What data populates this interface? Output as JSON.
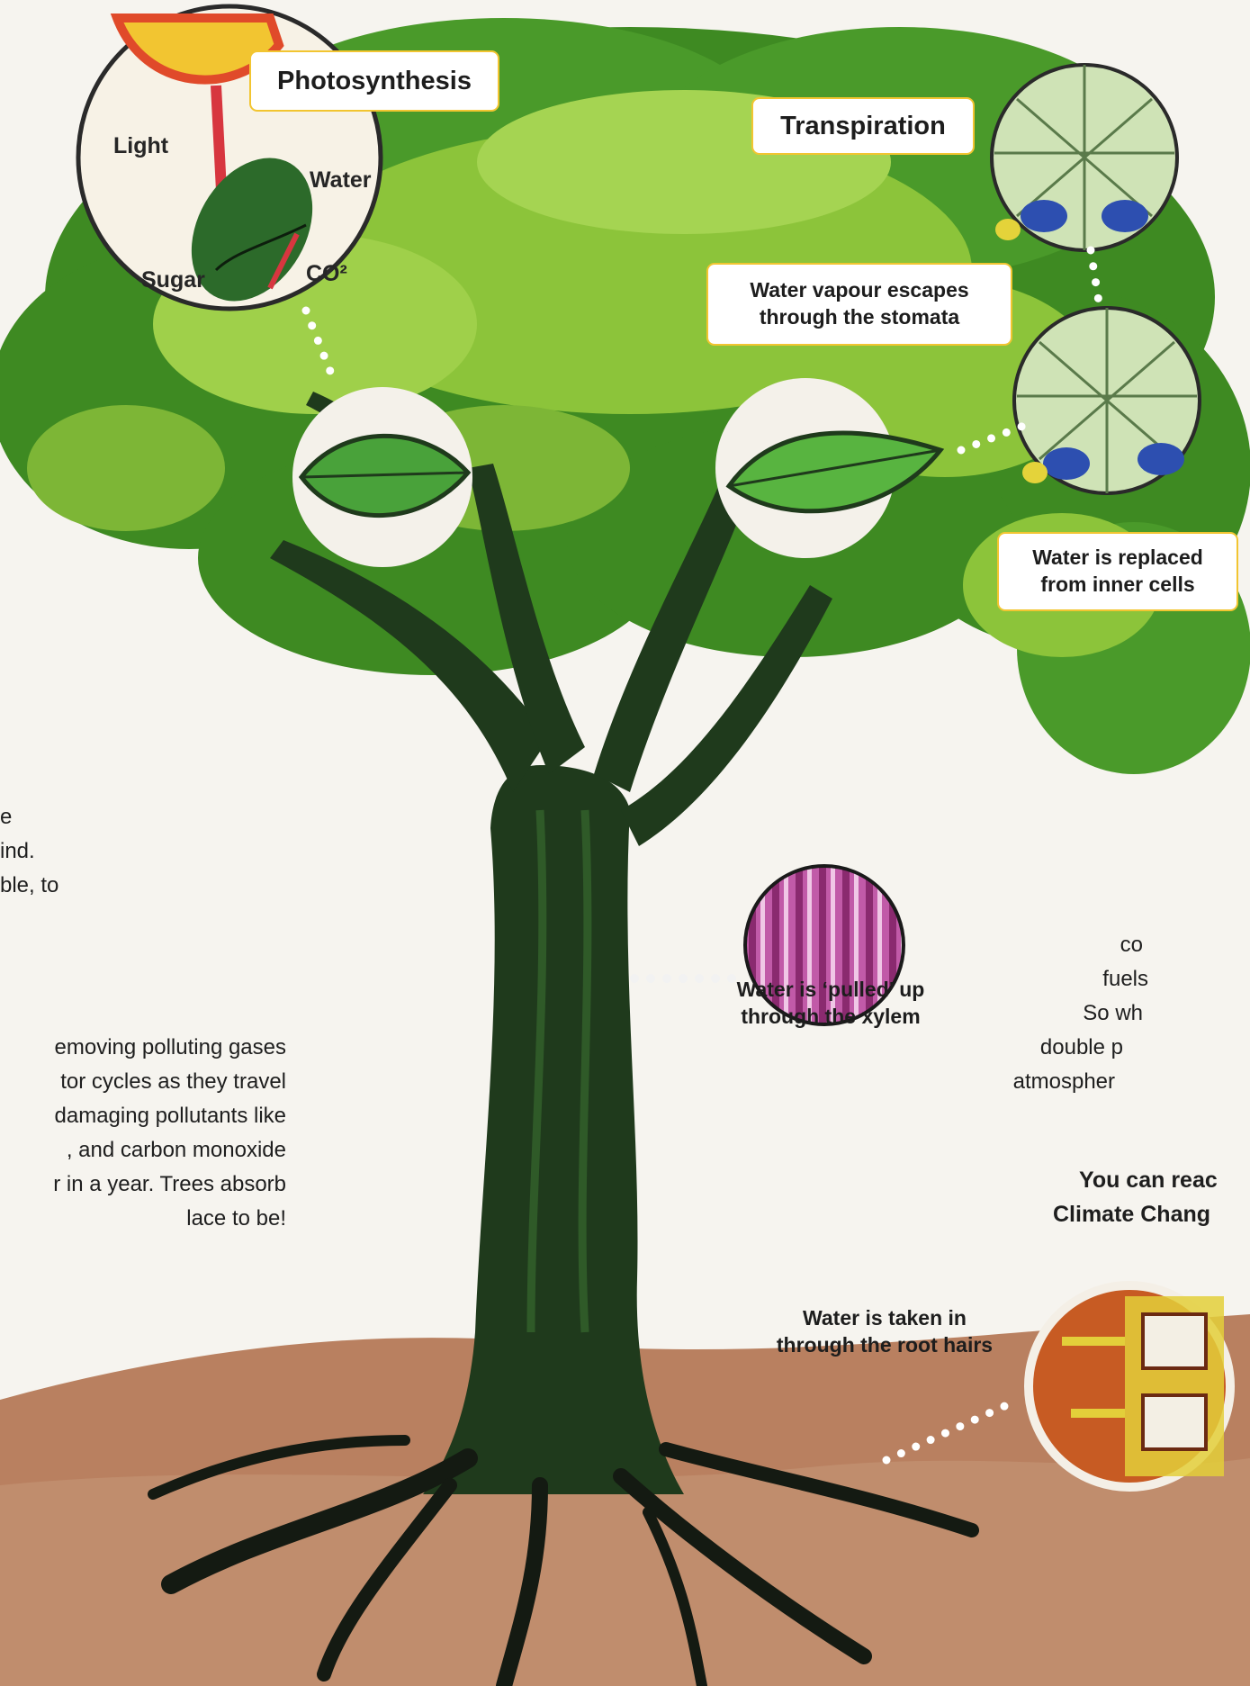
{
  "labels": {
    "photosynthesis": "Photosynthesis",
    "transpiration": "Transpiration",
    "vapour": "Water vapour escapes\nthrough the stomata",
    "replaced": "Water is replaced\nfrom inner cells",
    "xylem": "Water is ‘pulled’ up\nthrough the xylem",
    "root_hairs": "Water is taken in\nthrough the root hairs"
  },
  "photosynthesis_inset": {
    "light": "Light",
    "water": "Water",
    "sugar": "Sugar",
    "co2": "CO²"
  },
  "left_text_top": [
    "e",
    "ind.",
    "ble, to"
  ],
  "left_text_bottom": [
    "emoving polluting gases",
    "tor cycles as they travel",
    "damaging pollutants like",
    ", and carbon monoxide",
    "r in a year. Trees absorb",
    "lace to be!"
  ],
  "right_text_top": [
    "co",
    "fuels",
    "So wh",
    "double p",
    "atmospher"
  ],
  "right_text_bottom": [
    "You can reac",
    "Climate Chang"
  ],
  "colors": {
    "canopy_dark": "#3e8a22",
    "canopy_light": "#8cc43a",
    "trunk": "#1f3a1c",
    "soil": "#b98060",
    "label_border": "#f2c531"
  }
}
